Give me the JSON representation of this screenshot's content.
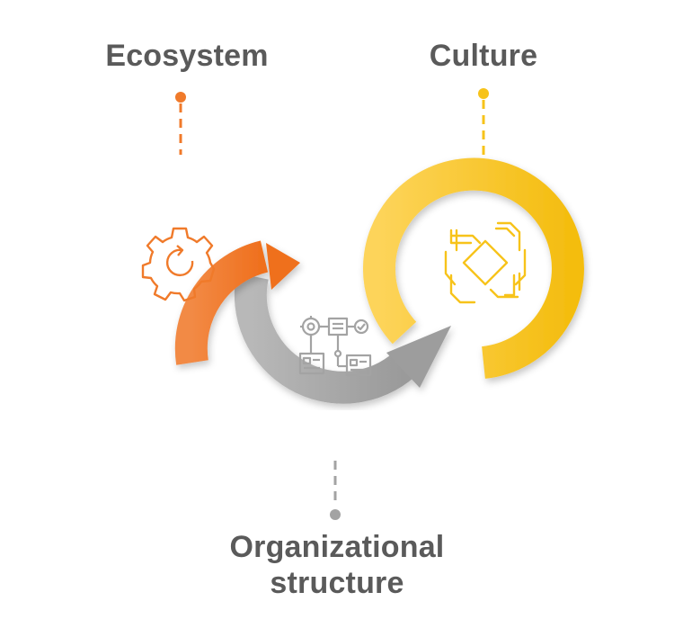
{
  "stages": {
    "ecosystem": {
      "label": "Ecosystem",
      "color": "#f07a2a",
      "icon": "gear-cycle-icon"
    },
    "culture": {
      "label": "Culture",
      "color": "#f7c31a",
      "icon": "joined-hands-icon"
    },
    "organizational_structure": {
      "label_line1": "Organizational",
      "label_line2": "structure",
      "color": "#a7a7a7",
      "icon": "org-chart-icon"
    }
  },
  "text_color": "#5a5a5a"
}
